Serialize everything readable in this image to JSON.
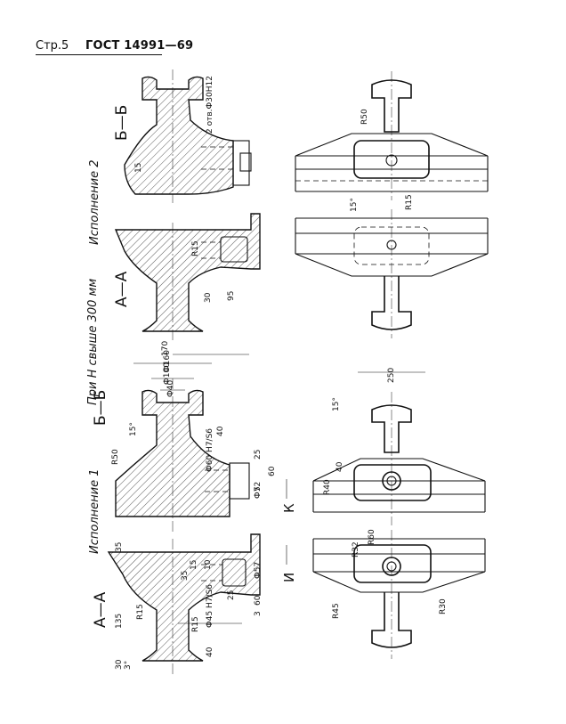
{
  "header": {
    "page_label": "Стр.",
    "page_number": "5",
    "standard": "ГОСТ 14991—69"
  },
  "labels": {
    "condition": "При Н свыше 300 мм",
    "variant_1": "Исполнение 1",
    "variant_2": "Исполнение 2",
    "section_aa": "А—А",
    "section_bb": "Б—Б",
    "view_k": "К",
    "view_i": "И"
  },
  "dimensions": {
    "d_30": "30",
    "ang_3": "3°",
    "d_135": "135",
    "r15_a": "R15",
    "r15_b": "R15",
    "d_35a": "35",
    "d_35b": "35",
    "d_15a": "15",
    "d_10": "10",
    "phi45": "Ф45 H7/S6",
    "phi57": "Ф57",
    "d_60a": "60",
    "d_40a": "40",
    "d_3": "3",
    "d_25a": "25",
    "phi60": "Ф60 H7/S6",
    "phi72": "Ф72",
    "d_40b": "40",
    "d_25b": "25",
    "d_60b": "60",
    "d_5": "5",
    "d_170": "170",
    "phi160": "Ф160",
    "phi100": "Ф100",
    "phi40": "Ф40",
    "r50_b": "R50",
    "ang15_b": "15°",
    "d_15b": "15",
    "holes": "2 отв.Ф30Н12",
    "r15_v2": "R15",
    "d_95": "95",
    "d_30b": "30",
    "r50_v2": "R50",
    "ang15_v2": "15°",
    "r15_v2b": "R15",
    "d_250": "250",
    "ang15_v1": "15°",
    "d_40c": "40",
    "r40": "R40",
    "r60": "R60",
    "r30": "R30",
    "r32": "R32",
    "r45": "R45"
  }
}
